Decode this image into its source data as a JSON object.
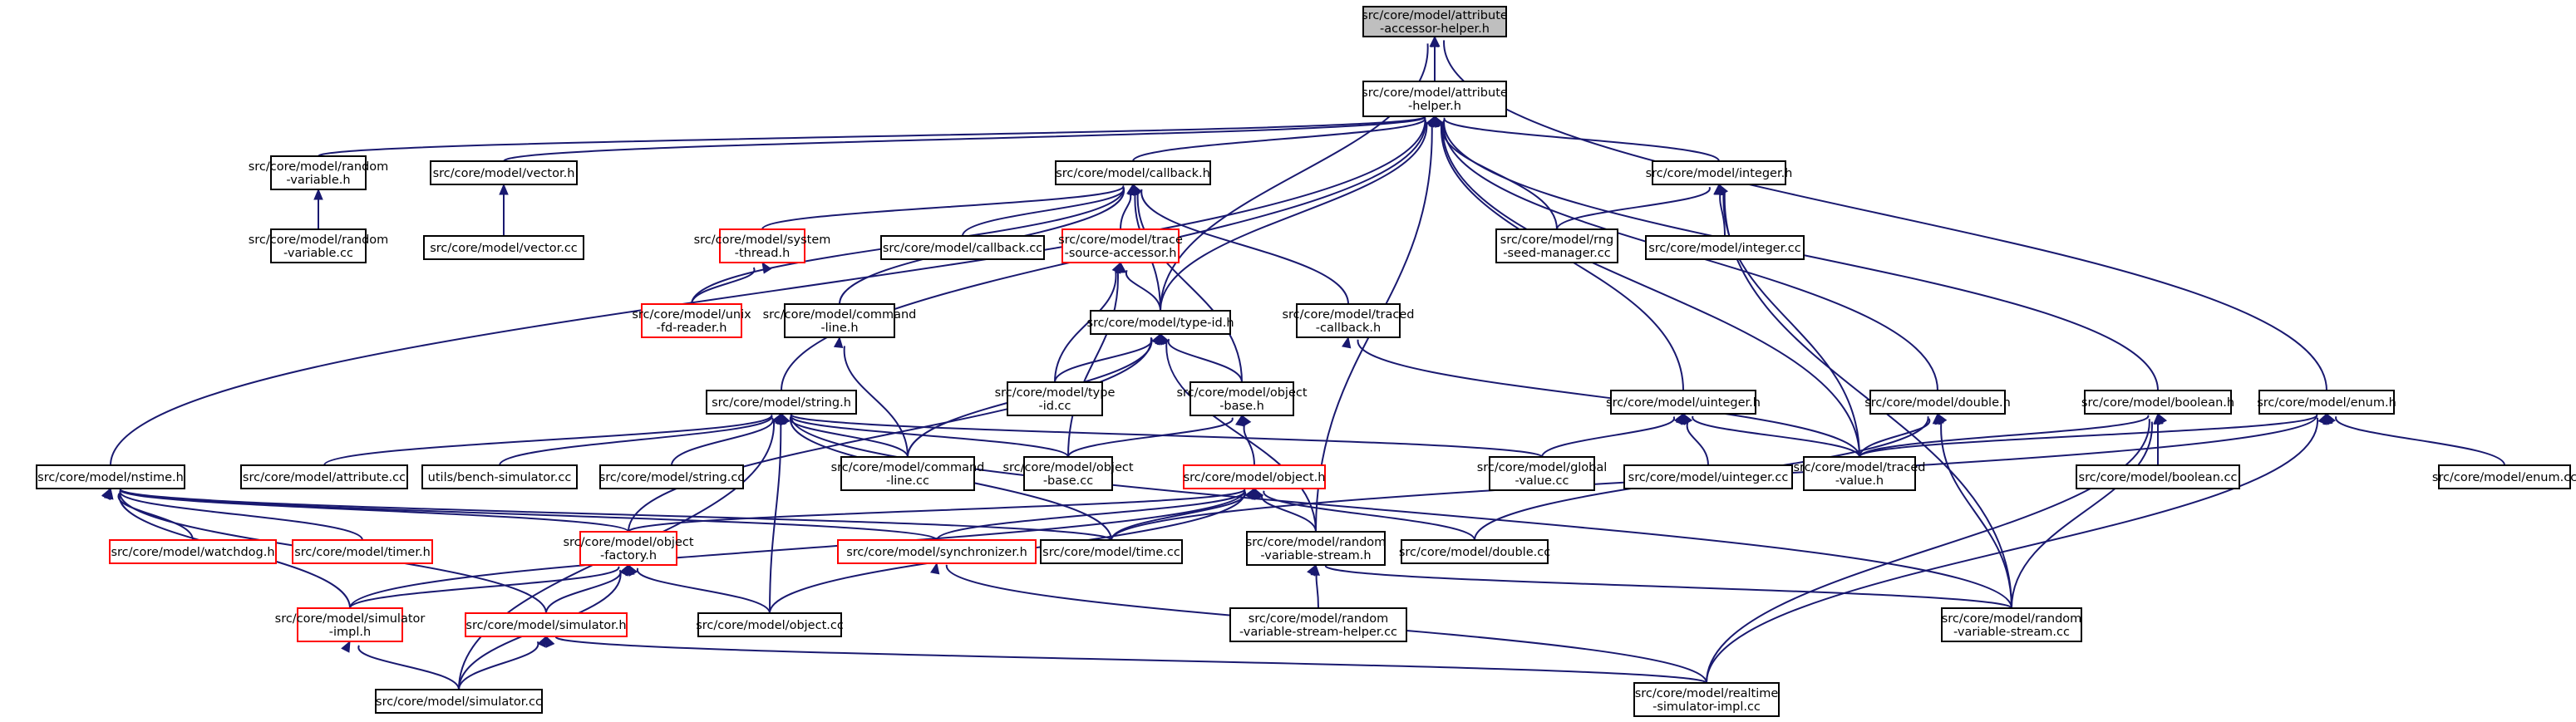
{
  "graph": {
    "title": "",
    "edge_color": "#191970",
    "incomplete_border_color": "#ff0000",
    "root_fill": "#bfbfbf",
    "nodes": [
      {
        "id": "root",
        "lines": [
          "src/core/model/attribute",
          "-accessor-helper.h"
        ],
        "style": "root"
      },
      {
        "id": "attrhelper",
        "lines": [
          "src/core/model/attribute",
          "-helper.h"
        ],
        "style": "normal"
      },
      {
        "id": "randvarh",
        "lines": [
          "src/core/model/random",
          "-variable.h"
        ],
        "style": "normal"
      },
      {
        "id": "vectorh",
        "lines": [
          "src/core/model/vector.h"
        ],
        "style": "normal"
      },
      {
        "id": "callbackh",
        "lines": [
          "src/core/model/callback.h"
        ],
        "style": "normal"
      },
      {
        "id": "integerh",
        "lines": [
          "src/core/model/integer.h"
        ],
        "style": "normal"
      },
      {
        "id": "randvarcc",
        "lines": [
          "src/core/model/random",
          "-variable.cc"
        ],
        "style": "normal"
      },
      {
        "id": "vectorcc",
        "lines": [
          "src/core/model/vector.cc"
        ],
        "style": "normal"
      },
      {
        "id": "systhread",
        "lines": [
          "src/core/model/system",
          "-thread.h"
        ],
        "style": "incomplete"
      },
      {
        "id": "callbackcc",
        "lines": [
          "src/core/model/callback.cc"
        ],
        "style": "normal"
      },
      {
        "id": "tracesrc",
        "lines": [
          "src/core/model/trace",
          "-source-accessor.h"
        ],
        "style": "incomplete"
      },
      {
        "id": "rngseed",
        "lines": [
          "src/core/model/rng",
          "-seed-manager.cc"
        ],
        "style": "normal"
      },
      {
        "id": "integercc",
        "lines": [
          "src/core/model/integer.cc"
        ],
        "style": "normal"
      },
      {
        "id": "unixfd",
        "lines": [
          "src/core/model/unix",
          "-fd-reader.h"
        ],
        "style": "incomplete"
      },
      {
        "id": "cmdlineh",
        "lines": [
          "src/core/model/command",
          "-line.h"
        ],
        "style": "normal"
      },
      {
        "id": "typeidh",
        "lines": [
          "src/core/model/type-id.h"
        ],
        "style": "normal"
      },
      {
        "id": "tracedcb",
        "lines": [
          "src/core/model/traced",
          "-callback.h"
        ],
        "style": "normal"
      },
      {
        "id": "stringh",
        "lines": [
          "src/core/model/string.h"
        ],
        "style": "normal"
      },
      {
        "id": "typeidcc",
        "lines": [
          "src/core/model/type",
          "-id.cc"
        ],
        "style": "normal"
      },
      {
        "id": "objbaseh",
        "lines": [
          "src/core/model/object",
          "-base.h"
        ],
        "style": "normal"
      },
      {
        "id": "uintegerh",
        "lines": [
          "src/core/model/uinteger.h"
        ],
        "style": "normal"
      },
      {
        "id": "doubleh",
        "lines": [
          "src/core/model/double.h"
        ],
        "style": "normal"
      },
      {
        "id": "booleanh",
        "lines": [
          "src/core/model/boolean.h"
        ],
        "style": "normal"
      },
      {
        "id": "enumh",
        "lines": [
          "src/core/model/enum.h"
        ],
        "style": "normal"
      },
      {
        "id": "nstimeh",
        "lines": [
          "src/core/model/nstime.h"
        ],
        "style": "normal"
      },
      {
        "id": "attrcc",
        "lines": [
          "src/core/model/attribute.cc"
        ],
        "style": "normal"
      },
      {
        "id": "benchsim",
        "lines": [
          "utils/bench-simulator.cc"
        ],
        "style": "normal"
      },
      {
        "id": "stringcc",
        "lines": [
          "src/core/model/string.cc"
        ],
        "style": "normal"
      },
      {
        "id": "cmdlinecc",
        "lines": [
          "src/core/model/command",
          "-line.cc"
        ],
        "style": "normal"
      },
      {
        "id": "objbasecc",
        "lines": [
          "src/core/model/object",
          "-base.cc"
        ],
        "style": "normal"
      },
      {
        "id": "objecth",
        "lines": [
          "src/core/model/object.h"
        ],
        "style": "incomplete"
      },
      {
        "id": "globalvalue",
        "lines": [
          "src/core/model/global",
          "-value.cc"
        ],
        "style": "normal"
      },
      {
        "id": "uintegercc",
        "lines": [
          "src/core/model/uinteger.cc"
        ],
        "style": "normal"
      },
      {
        "id": "tracedvalue",
        "lines": [
          "src/core/model/traced",
          "-value.h"
        ],
        "style": "normal"
      },
      {
        "id": "booleancc",
        "lines": [
          "src/core/model/boolean.cc"
        ],
        "style": "normal"
      },
      {
        "id": "enumcc",
        "lines": [
          "src/core/model/enum.cc"
        ],
        "style": "normal"
      },
      {
        "id": "watchdog",
        "lines": [
          "src/core/model/watchdog.h"
        ],
        "style": "incomplete"
      },
      {
        "id": "timerh",
        "lines": [
          "src/core/model/timer.h"
        ],
        "style": "incomplete"
      },
      {
        "id": "objfactory",
        "lines": [
          "src/core/model/object",
          "-factory.h"
        ],
        "style": "incomplete"
      },
      {
        "id": "synchh",
        "lines": [
          "src/core/model/synchronizer.h"
        ],
        "style": "incomplete"
      },
      {
        "id": "timecc",
        "lines": [
          "src/core/model/time.cc"
        ],
        "style": "normal"
      },
      {
        "id": "randstreamh",
        "lines": [
          "src/core/model/random",
          "-variable-stream.h"
        ],
        "style": "normal"
      },
      {
        "id": "doublecc",
        "lines": [
          "src/core/model/double.cc"
        ],
        "style": "normal"
      },
      {
        "id": "simimplh",
        "lines": [
          "src/core/model/simulator",
          "-impl.h"
        ],
        "style": "incomplete"
      },
      {
        "id": "simulatorh",
        "lines": [
          "src/core/model/simulator.h"
        ],
        "style": "incomplete"
      },
      {
        "id": "objectcc",
        "lines": [
          "src/core/model/object.cc"
        ],
        "style": "normal"
      },
      {
        "id": "randstreamhelper",
        "lines": [
          "src/core/model/random",
          "-variable-stream-helper.cc"
        ],
        "style": "normal"
      },
      {
        "id": "randstreamcc",
        "lines": [
          "src/core/model/random",
          "-variable-stream.cc"
        ],
        "style": "normal"
      },
      {
        "id": "simulatorcc",
        "lines": [
          "src/core/model/simulator.cc"
        ],
        "style": "normal"
      },
      {
        "id": "realtimesim",
        "lines": [
          "src/core/model/realtime",
          "-simulator-impl.cc"
        ],
        "style": "normal"
      }
    ],
    "edges": [
      [
        "attrhelper",
        "root"
      ],
      [
        "typeidh",
        "root"
      ],
      [
        "enumh",
        "root"
      ],
      [
        "randvarh",
        "attrhelper"
      ],
      [
        "vectorh",
        "attrhelper"
      ],
      [
        "callbackh",
        "attrhelper"
      ],
      [
        "integerh",
        "attrhelper"
      ],
      [
        "rngseed",
        "attrhelper"
      ],
      [
        "typeidh",
        "attrhelper"
      ],
      [
        "stringh",
        "attrhelper"
      ],
      [
        "uintegerh",
        "attrhelper"
      ],
      [
        "doubleh",
        "attrhelper"
      ],
      [
        "booleanh",
        "attrhelper"
      ],
      [
        "nstimeh",
        "attrhelper"
      ],
      [
        "randstreamh",
        "attrhelper"
      ],
      [
        "tracedvalue",
        "attrhelper"
      ],
      [
        "randvarcc",
        "randvarh"
      ],
      [
        "vectorcc",
        "vectorh"
      ],
      [
        "systhread",
        "callbackh"
      ],
      [
        "callbackcc",
        "callbackh"
      ],
      [
        "tracesrc",
        "callbackh"
      ],
      [
        "unixfd",
        "callbackh"
      ],
      [
        "cmdlineh",
        "callbackh"
      ],
      [
        "typeidh",
        "callbackh"
      ],
      [
        "tracedcb",
        "callbackh"
      ],
      [
        "objbaseh",
        "callbackh"
      ],
      [
        "rngseed",
        "integerh"
      ],
      [
        "integercc",
        "integerh"
      ],
      [
        "tracedvalue",
        "integerh"
      ],
      [
        "randstreamcc",
        "integerh"
      ],
      [
        "unixfd",
        "systhread"
      ],
      [
        "typeidh",
        "tracesrc"
      ],
      [
        "typeidcc",
        "tracesrc"
      ],
      [
        "objbasecc",
        "tracesrc"
      ],
      [
        "cmdlinecc",
        "cmdlineh"
      ],
      [
        "typeidcc",
        "typeidh"
      ],
      [
        "objbaseh",
        "typeidh"
      ],
      [
        "cmdlinecc",
        "typeidh"
      ],
      [
        "objfactory",
        "typeidh"
      ],
      [
        "randstreamh",
        "typeidh"
      ],
      [
        "tracedvalue",
        "tracedcb"
      ],
      [
        "attrcc",
        "stringh"
      ],
      [
        "benchsim",
        "stringh"
      ],
      [
        "stringcc",
        "stringh"
      ],
      [
        "cmdlinecc",
        "stringh"
      ],
      [
        "objbasecc",
        "stringh"
      ],
      [
        "globalvalue",
        "stringh"
      ],
      [
        "timecc",
        "stringh"
      ],
      [
        "objectcc",
        "stringh"
      ],
      [
        "randstreamcc",
        "stringh"
      ],
      [
        "simulatorcc",
        "stringh"
      ],
      [
        "objecth",
        "objbaseh"
      ],
      [
        "objbasecc",
        "objbaseh"
      ],
      [
        "globalvalue",
        "uintegerh"
      ],
      [
        "uintegercc",
        "uintegerh"
      ],
      [
        "tracedvalue",
        "uintegerh"
      ],
      [
        "tracedvalue",
        "doubleh"
      ],
      [
        "doublecc",
        "doubleh"
      ],
      [
        "randstreamcc",
        "doubleh"
      ],
      [
        "tracedvalue",
        "booleanh"
      ],
      [
        "booleancc",
        "booleanh"
      ],
      [
        "randstreamcc",
        "booleanh"
      ],
      [
        "realtimesim",
        "booleanh"
      ],
      [
        "tracedvalue",
        "enumh"
      ],
      [
        "enumcc",
        "enumh"
      ],
      [
        "timecc",
        "enumh"
      ],
      [
        "realtimesim",
        "enumh"
      ],
      [
        "watchdog",
        "nstimeh"
      ],
      [
        "timerh",
        "nstimeh"
      ],
      [
        "objfactory",
        "nstimeh"
      ],
      [
        "synchh",
        "nstimeh"
      ],
      [
        "timecc",
        "nstimeh"
      ],
      [
        "simimplh",
        "nstimeh"
      ],
      [
        "simulatorh",
        "nstimeh"
      ],
      [
        "objfactory",
        "objecth"
      ],
      [
        "synchh",
        "objecth"
      ],
      [
        "timecc",
        "objecth"
      ],
      [
        "randstreamh",
        "objecth"
      ],
      [
        "doublecc",
        "objecth"
      ],
      [
        "simimplh",
        "objecth"
      ],
      [
        "objectcc",
        "objecth"
      ],
      [
        "simimplh",
        "objfactory"
      ],
      [
        "simulatorh",
        "objfactory"
      ],
      [
        "objectcc",
        "objfactory"
      ],
      [
        "simulatorcc",
        "objfactory"
      ],
      [
        "realtimesim",
        "synchh"
      ],
      [
        "randstreamhelper",
        "randstreamh"
      ],
      [
        "randstreamcc",
        "randstreamh"
      ],
      [
        "simulatorcc",
        "simimplh"
      ],
      [
        "simulatorcc",
        "simulatorh"
      ],
      [
        "realtimesim",
        "simulatorh"
      ]
    ]
  }
}
